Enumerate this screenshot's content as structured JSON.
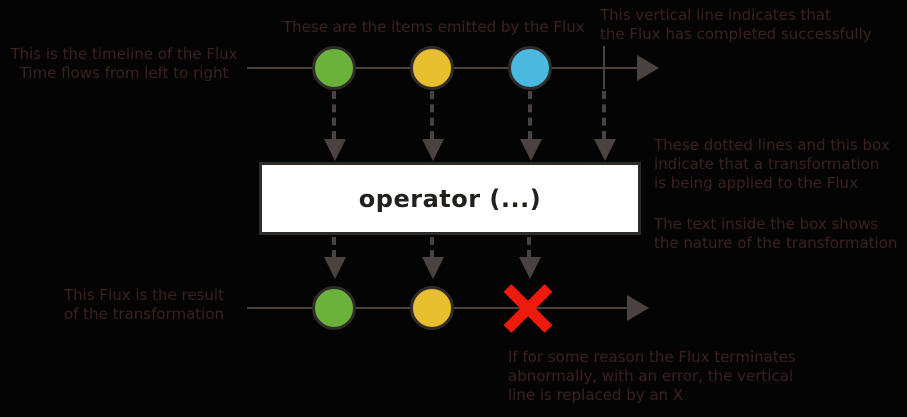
{
  "diagram": {
    "title": "Flux operator marble diagram",
    "operator_label": "operator (...)",
    "colors": {
      "background": "#050404",
      "note_text": "#3b211c",
      "line": "#4a423e",
      "item_green": "#6bb13b",
      "item_yellow": "#e8bf2e",
      "item_blue": "#4bb9e0",
      "error_red": "#ee1b0c",
      "box_fill": "#ffffff",
      "box_stroke": "#2f2b28"
    },
    "notes": {
      "timeline": "This is the timeline of the Flux\nTime flows from left to right",
      "items": "These are the items emitted by the Flux",
      "completion": "This vertical line indicates that\nthe Flux has completed successfully",
      "transformation": "These dotted lines and this box\nindicate that a transformation\nis being applied to the Flux",
      "box_text": "The text inside the box shows\nthe nature of the transformation",
      "result": "This Flux is the result\nof the transformation",
      "error": "If for some reason the Flux terminates\nabnormally, with an error, the vertical\nline is replaced by an X"
    },
    "source_timeline": {
      "items": [
        {
          "color": "green",
          "name": "item-green"
        },
        {
          "color": "yellow",
          "name": "item-yellow"
        },
        {
          "color": "blue",
          "name": "item-blue"
        }
      ],
      "terminator": "completion-line"
    },
    "result_timeline": {
      "items": [
        {
          "color": "green",
          "name": "item-green"
        },
        {
          "color": "yellow",
          "name": "item-yellow"
        }
      ],
      "terminator": "error-x"
    }
  }
}
